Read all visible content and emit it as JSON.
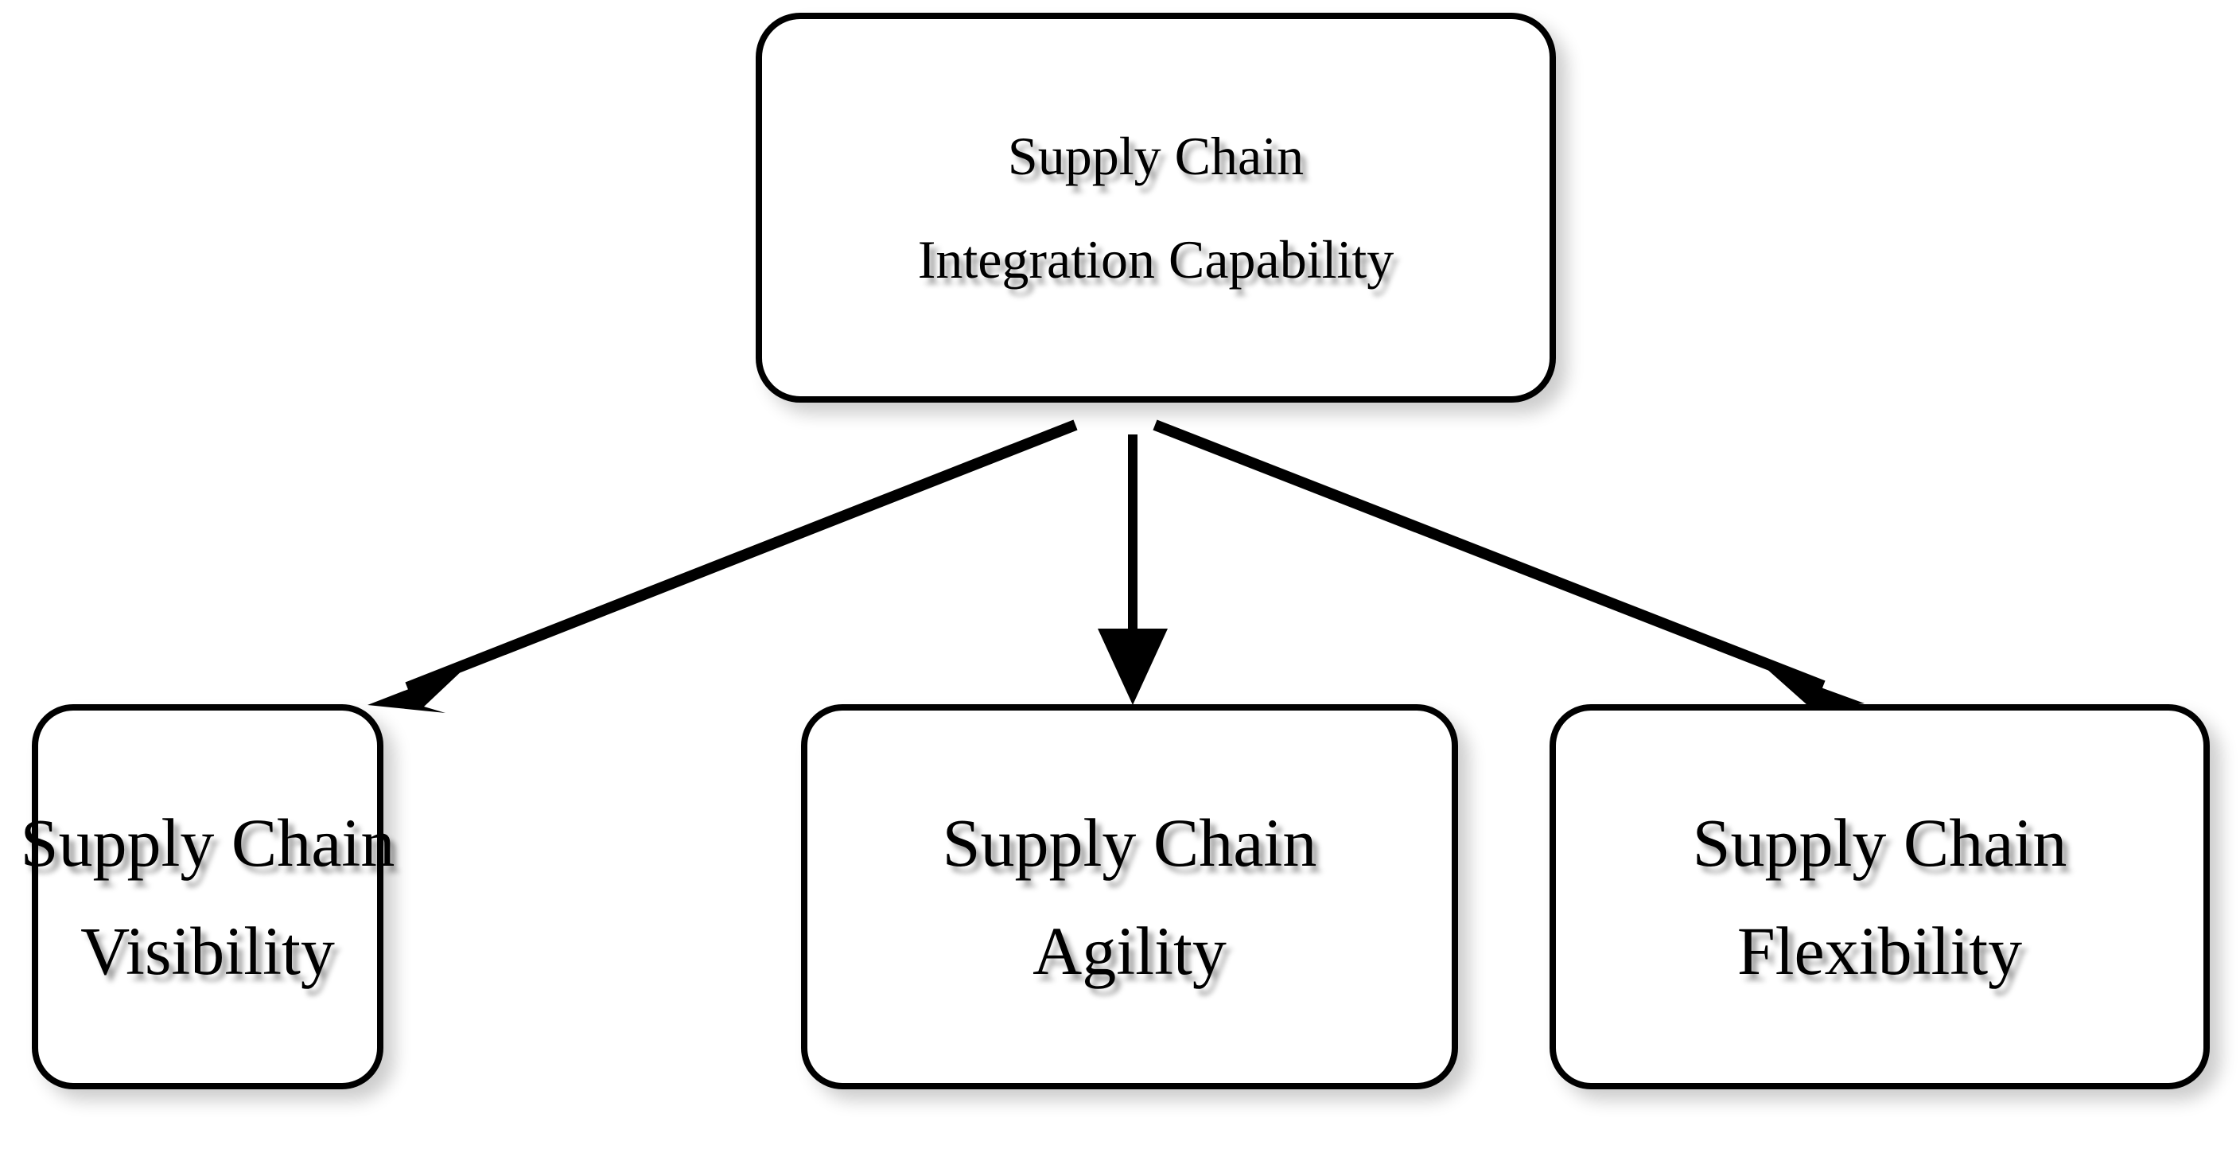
{
  "diagram": {
    "type": "hierarchy",
    "background_color": "#ffffff",
    "stroke_color": "#000000",
    "box_fill_color": "#ffffff",
    "root": {
      "id": "supply-chain-integration-capability",
      "line_1": "Supply Chain",
      "line_2": "Integration Capability"
    },
    "children": [
      {
        "id": "supply-chain-visibility",
        "line_1": "Supply Chain",
        "line_2": "Visibility"
      },
      {
        "id": "supply-chain-agility",
        "line_1": "Supply Chain",
        "line_2": "Agility"
      },
      {
        "id": "supply-chain-flexibility",
        "line_1": "Supply Chain",
        "line_2": "Flexibility"
      }
    ],
    "connectors": [
      {
        "id": "root-to-visibility",
        "from": "supply-chain-integration-capability",
        "to": "supply-chain-visibility",
        "style": "solid-arrow",
        "direction": "down-left"
      },
      {
        "id": "root-to-agility",
        "from": "supply-chain-integration-capability",
        "to": "supply-chain-agility",
        "style": "solid-arrow",
        "direction": "down"
      },
      {
        "id": "root-to-flexibility",
        "from": "supply-chain-integration-capability",
        "to": "supply-chain-flexibility",
        "style": "solid-arrow",
        "direction": "down-right"
      }
    ]
  }
}
